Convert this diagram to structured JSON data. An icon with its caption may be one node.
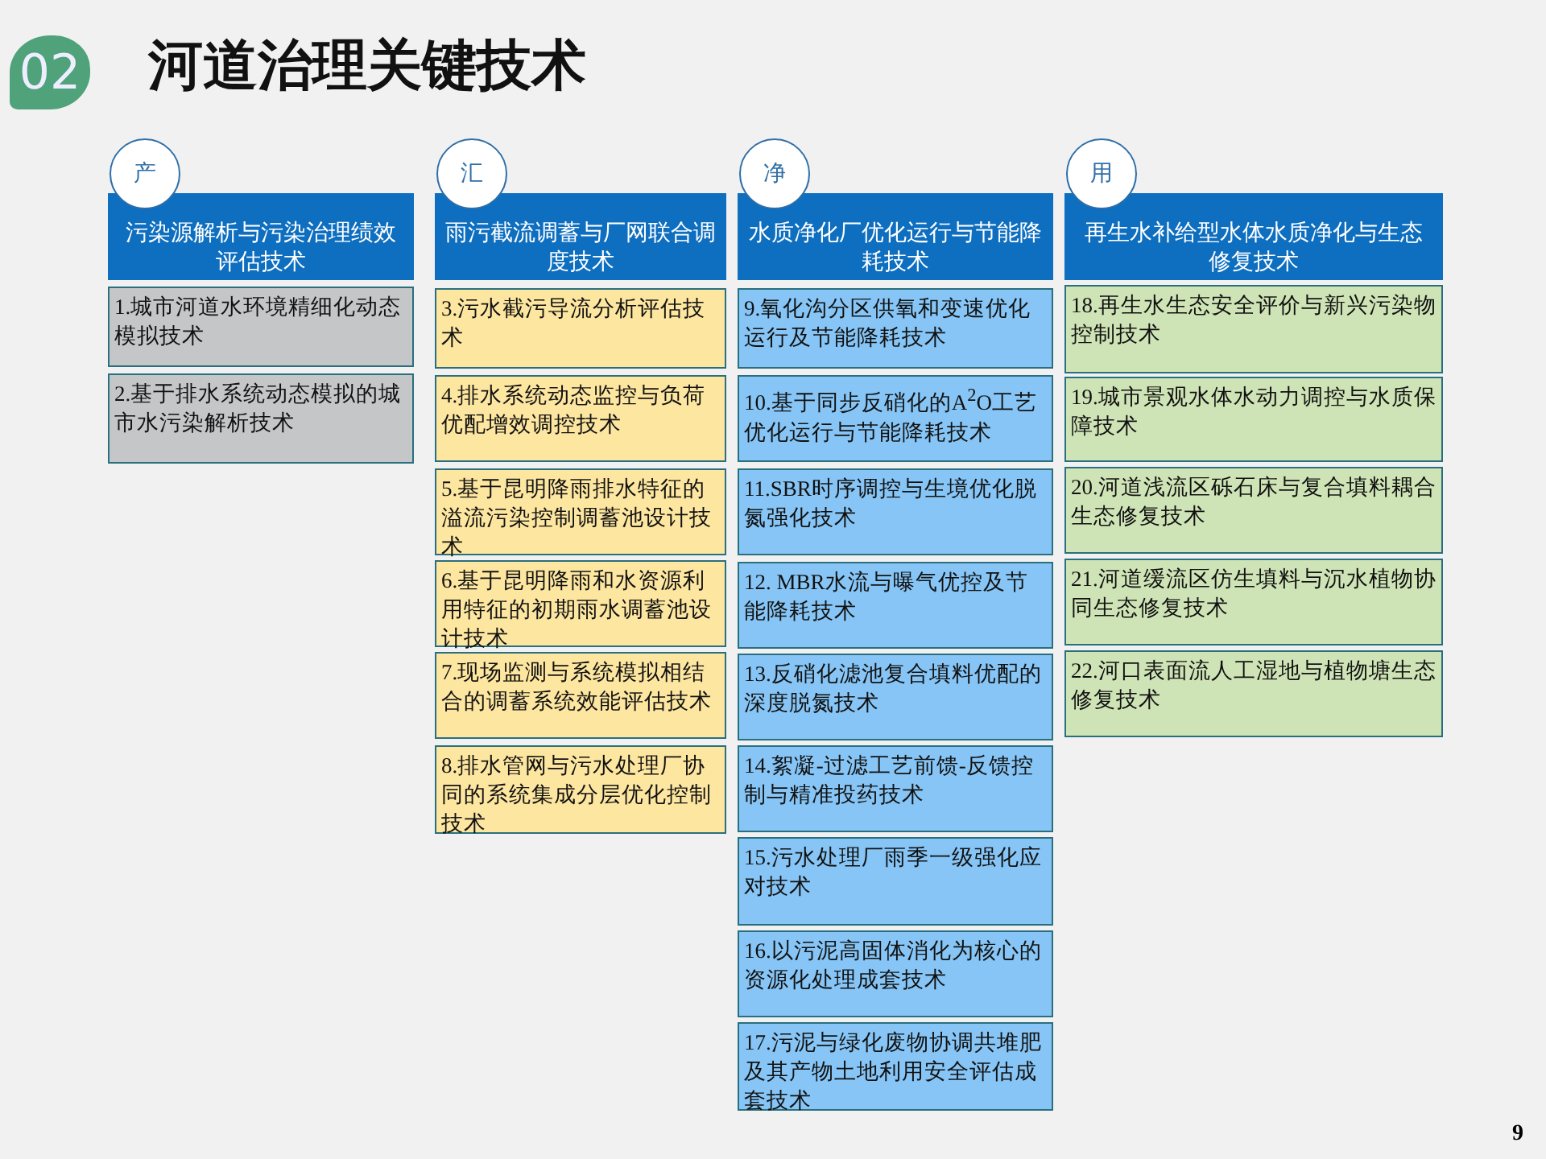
{
  "diagram": {
    "title": "河道治理关键技术",
    "nodes": [
      {
        "text": [
          "产"
        ]
      },
      {
        "text": [
          "污染源解析与污染治理绩效评估技术"
        ]
      },
      {
        "text": [
          "1.城市河道水环境精细化动态模拟技术"
        ]
      },
      {
        "text": [
          "2.基于排水系统动态模拟的城市水污染解析技术"
        ]
      },
      {
        "text": [
          "汇"
        ]
      },
      {
        "text": [
          "雨污截流调蓄与厂网联合调度技术"
        ]
      },
      {
        "text": [
          "3.污水截污导流分析评估技术"
        ]
      },
      {
        "text": [
          "4.排水系统动态监控与负荷优配增效调控技术"
        ]
      },
      {
        "text": [
          "5.基于昆明降雨排水特征的溢流污染控制调蓄池设计技术"
        ]
      },
      {
        "text": [
          "6.基于昆明降雨和水资源利用特征的初期雨水调蓄池设计技术"
        ]
      },
      {
        "text": [
          "7.现场监测与系统模拟相结合的调蓄系统效能评估技术"
        ]
      },
      {
        "text": [
          "8.排水管网与污水处理厂协同的系统集成分层优化控制技术"
        ]
      },
      {
        "text": [
          "净"
        ]
      },
      {
        "text": [
          "水质净化厂优化运行与节能降耗技术"
        ]
      },
      {
        "text": [
          "9.氧化沟分区供氧和变速优化运行及节能降耗技术"
        ]
      },
      {
        "text": [
          "10.基于同步反硝化的A$^{2}$O工艺优化运行与节能降耗技术"
        ]
      },
      {
        "text": [
          "11.SBR时序调控与生境优化脱氮强化技术"
        ]
      },
      {
        "text": [
          "12. MBR水流与曝气优控及节能降耗技术"
        ]
      },
      {
        "text": [
          "13.反硝化滤池复合填料优配的深度脱氮技术"
        ]
      },
      {
        "text": [
          "14.絮凝-过滤工艺前馈-反馈控制与精准投药技术"
        ]
      },
      {
        "text": [
          "15.污水处理厂雨季一级强化应对技术"
        ]
      },
      {
        "text": [
          "16.以污泥高固体消化为核心的资源化处理成套技术"
        ]
      },
      {
        "text": [
          "17.污泥与绿化废物协调共堆肥及其产物土地利用安全评估成套技术"
        ]
      },
      {
        "text": [
          "用"
        ]
      },
      {
        "text": [
          "再生水补给型水体水质净化与生态修复技术"
        ]
      },
      {
        "text": [
          "18.再生水生态安全评价与新兴污染物控制技术"
        ]
      },
      {
        "text": [
          "19.城市景观水体水动力调控与水质保障技术"
        ]
      },
      {
        "text": [
          "20.河道浅流区砾石床与复合填料耦合生态修复技术"
        ]
      },
      {
        "text": [
          "21.河道缓流区仿生填料与沉水植物协同生态修复技术"
        ]
      },
      {
        "text": [
          "22.河口表面流人工湿地与植物塘生态修复技术"
        ]
      }
    ],
    "labels": [
      "02",
      "9"
    ]
  }
}
